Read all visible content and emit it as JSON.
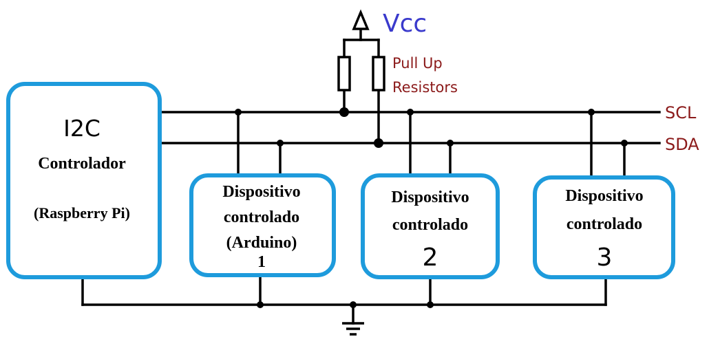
{
  "supply": {
    "label": "Vcc"
  },
  "resistors": {
    "line1": "Pull Up",
    "line2": "Resistors"
  },
  "buses": {
    "scl": "SCL",
    "sda": "SDA"
  },
  "controller": {
    "title": "I2C",
    "name": "Controlador",
    "detail": "(Raspberry Pi)"
  },
  "devices": [
    {
      "line1": "Dispositivo",
      "line2": "controlado",
      "line3": "(Arduino)",
      "number": "1"
    },
    {
      "line1": "Dispositivo",
      "line2": "controlado",
      "number": "2"
    },
    {
      "line1": "Dispositivo",
      "line2": "controlado",
      "number": "3"
    }
  ],
  "colors": {
    "box_border": "#1e9bdc",
    "wire": "#000000",
    "vcc": "#3a3acc",
    "label_dark_red": "#8b1a1a",
    "text": "#000000"
  }
}
